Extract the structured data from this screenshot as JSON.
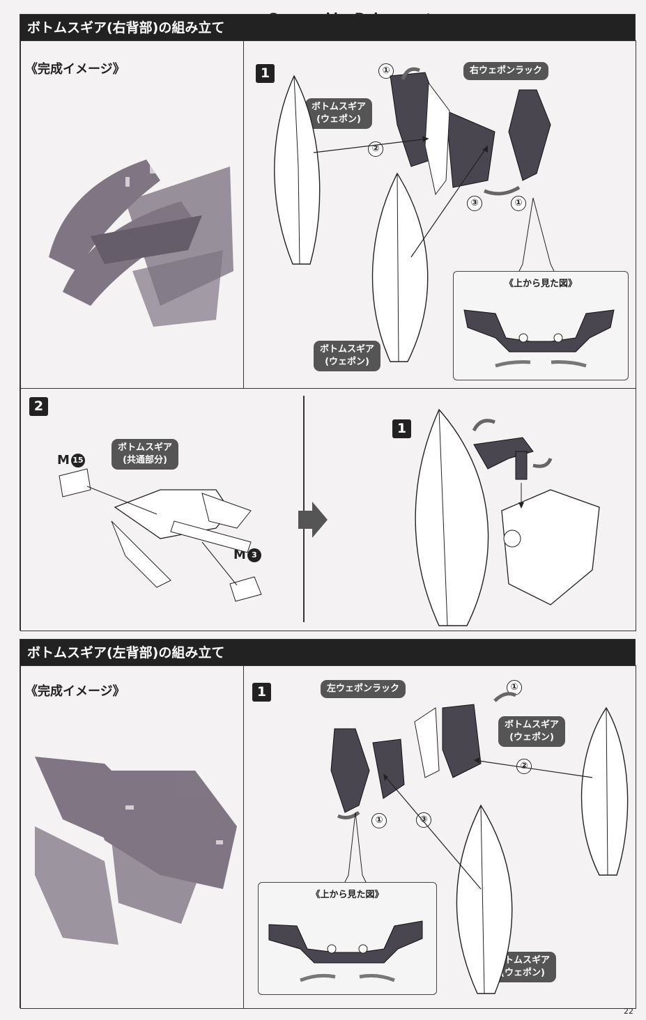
{
  "watermark": "Scanned by Dalong.net",
  "page_number": "22",
  "section_right": {
    "title": "ボトムスギア(右背部)の組み立て",
    "completed_label": "《完成イメージ》",
    "step1": {
      "number": "1",
      "labels": {
        "weapon_rack": "右ウェポンラック",
        "gear_weapon_a": "ボトムスギア\n(ウェポン)",
        "gear_weapon_b": "ボトムスギア\n(ウェポン)"
      },
      "markers": [
        "①",
        "②",
        "③",
        "①"
      ],
      "inset_title": "《上から見た図》"
    },
    "step2": {
      "number": "2",
      "sub_number": "1",
      "labels": {
        "common": "ボトムスギア\n(共通部分)"
      },
      "m15": {
        "letter": "M",
        "num": "15"
      },
      "m3": {
        "letter": "M",
        "num": "3"
      }
    }
  },
  "section_left": {
    "title": "ボトムスギア(左背部)の組み立て",
    "completed_label": "《完成イメージ》",
    "step1": {
      "number": "1",
      "labels": {
        "weapon_rack": "左ウェポンラック",
        "gear_weapon_a": "ボトムスギア\n(ウェポン)",
        "gear_weapon_b": "ボトムスギア\n(ウェポン)"
      },
      "markers": [
        "①",
        "②",
        "①",
        "③"
      ],
      "inset_title": "《上から見た図》"
    }
  }
}
